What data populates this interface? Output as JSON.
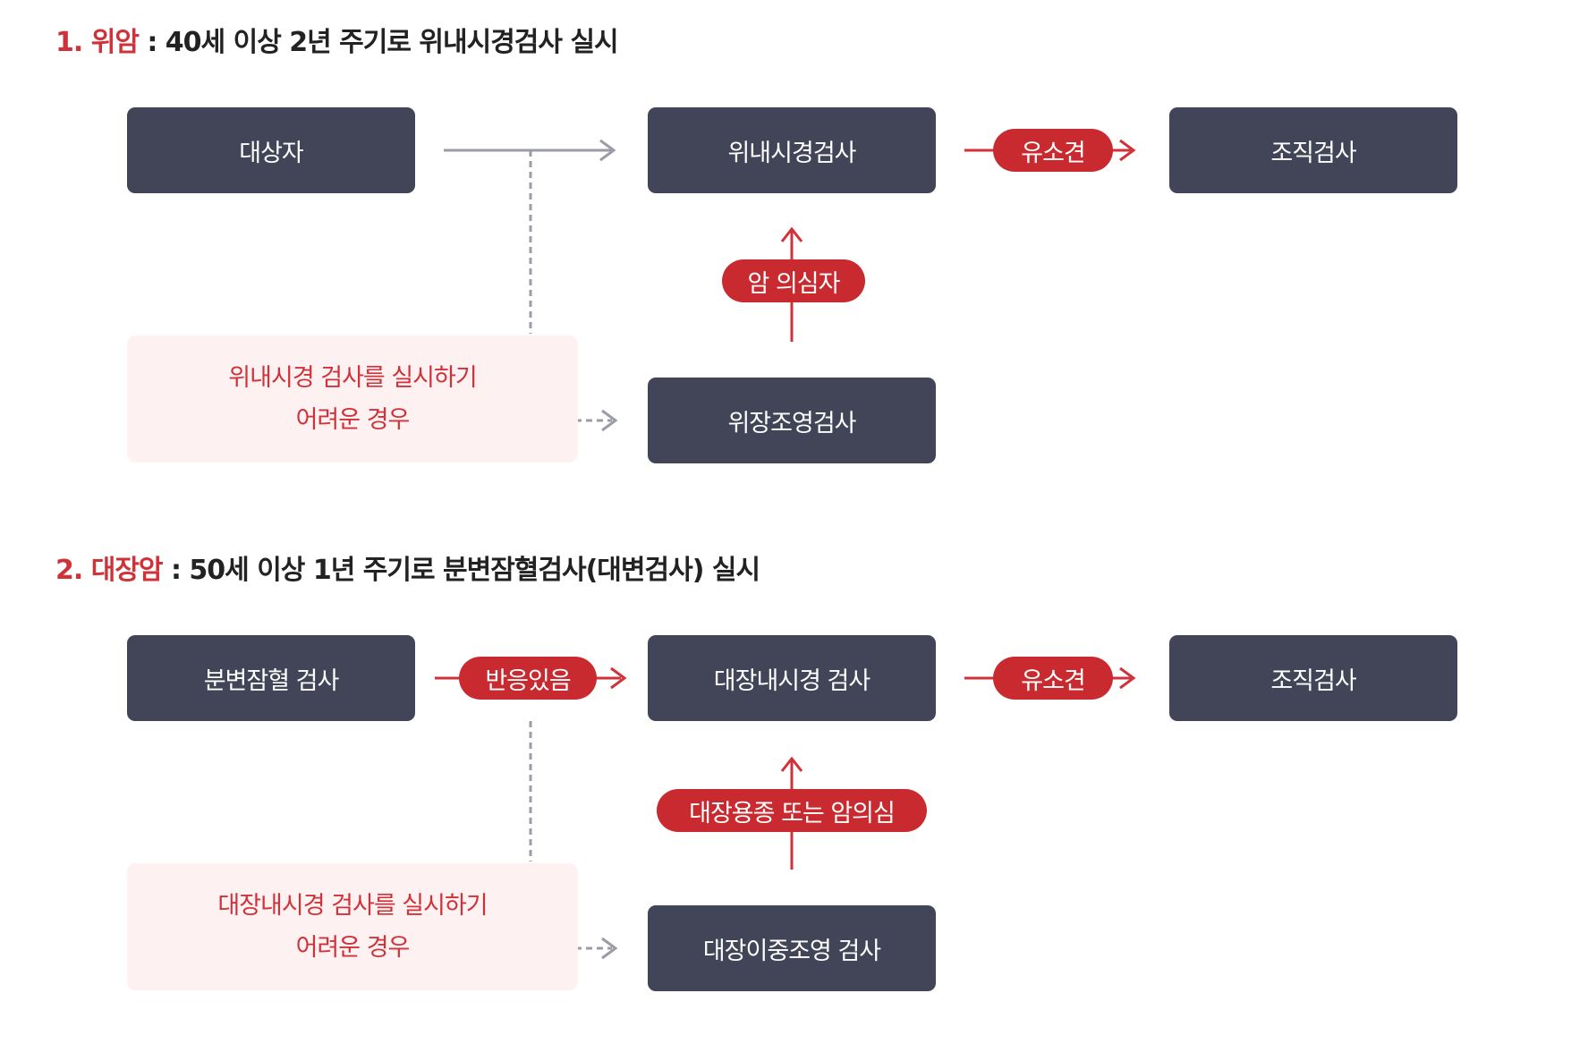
{
  "section1": {
    "number": "1. 위암",
    "description": " : 40세 이상 2년 주기로 위내시경검사 실시",
    "target_box": "대상자",
    "endoscopy_box": "위내시경검사",
    "finding_label": "유소견",
    "biopsy_box": "조직검사",
    "suspect_label": "암 의심자",
    "note_line1": "위내시경 검사를 실시하기",
    "note_line2": "어려운 경우",
    "alt_box": "위장조영검사"
  },
  "section2": {
    "number": "2. 대장암",
    "description": " : 50세 이상 1년 주기로 분변잠혈검사(대변검사) 실시",
    "fecal_box": "분변잠혈 검사",
    "reaction_label": "반응있음",
    "endoscopy_box": "대장내시경 검사",
    "finding_label": "유소견",
    "biopsy_box": "조직검사",
    "suspect_label": "대장용종 또는 암의심",
    "note_line1": "대장내시경 검사를 실시하기",
    "note_line2": "어려운 경우",
    "alt_box": "대장이중조영 검사"
  },
  "colors": {
    "box": "#424557",
    "accent_red": "#d0323a",
    "note_bg": "#fdf1f1",
    "connector_gray": "#9a9ca6"
  }
}
